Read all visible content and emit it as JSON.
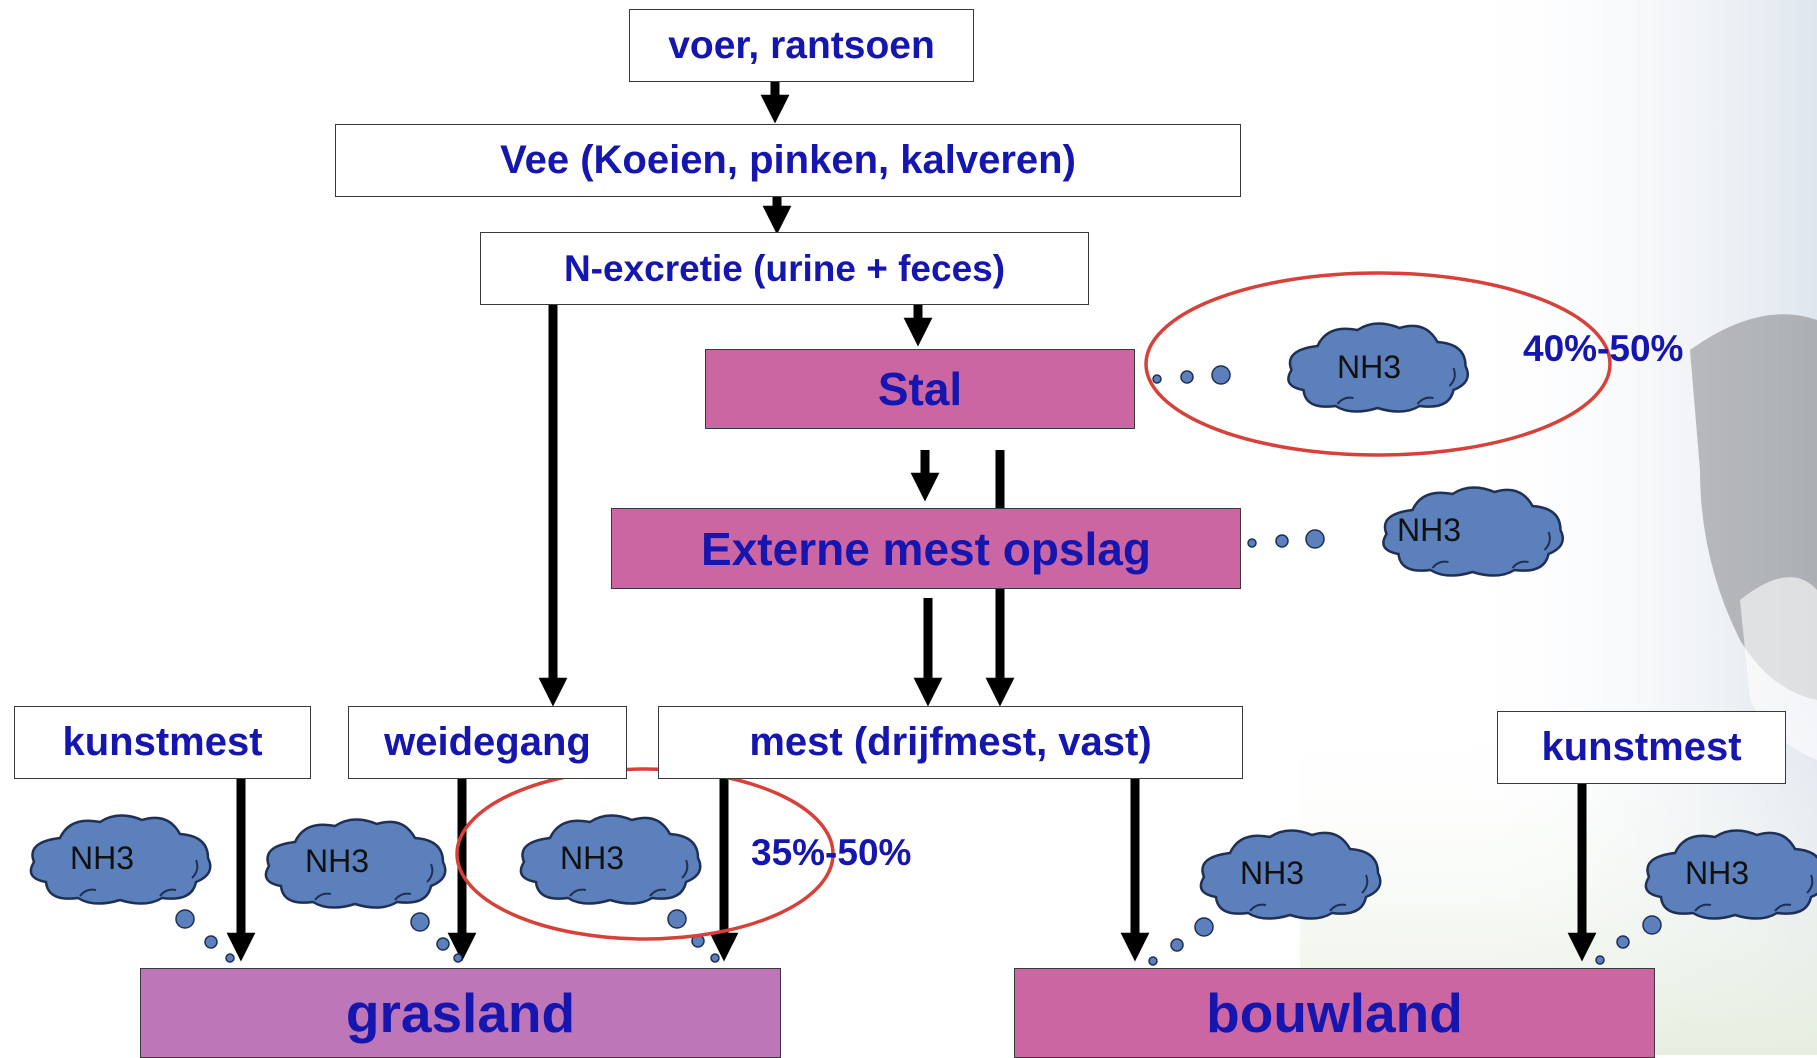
{
  "nodes": {
    "voer": "voer, rantsoen",
    "vee": "Vee (Koeien, pinken, kalveren)",
    "nexcretie": "N-excretie (urine + feces)",
    "stal": "Stal",
    "externe": "Externe mest opslag",
    "kunstmest_left": "kunstmest",
    "weidegang": "weidegang",
    "mest": "mest (drijfmest, vast)",
    "kunstmest_right": "kunstmest",
    "grasland": "grasland",
    "bouwland": "bouwland"
  },
  "emission_label": "NH3",
  "percentages": {
    "stal": "40%-50%",
    "weidegang": "35%-50%"
  },
  "colors": {
    "text": "#1515b0",
    "pink_box": "#cc66a3",
    "grasland_box": "#bd76b8",
    "cloud_fill": "#5b80bb",
    "highlight_ellipse": "#d8403a"
  }
}
